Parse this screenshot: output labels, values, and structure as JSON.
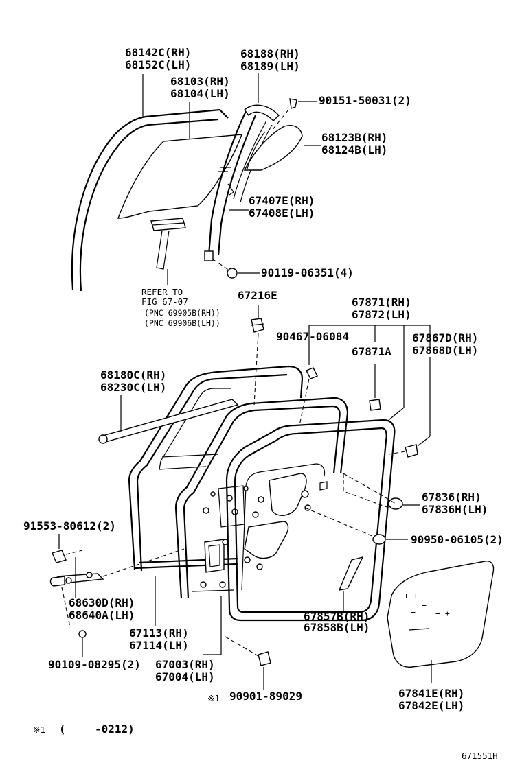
{
  "labels": {
    "l1a": "68142C(RH)",
    "l1b": "68152C(LH)",
    "l2a": "68188(RH)",
    "l2b": "68189(LH)",
    "l3a": "68103(RH)",
    "l3b": "68104(LH)",
    "l4": "90151-50031(2)",
    "l5a": "68123B(RH)",
    "l5b": "68124B(LH)",
    "l6a": "67407E(RH)",
    "l6b": "67408E(LH)",
    "l7": "90119-06351(4)",
    "r1": "REFER TO",
    "r2": "FIG 67-07",
    "r3": "(PNC 69905B(RH))",
    "r4": "(PNC 69906B(LH))",
    "l8": "67216E",
    "l9a": "67871(RH)",
    "l9b": "67872(LH)",
    "l10": "90467-06084",
    "l11": "67871A",
    "l12a": "67867D(RH)",
    "l12b": "67868D(LH)",
    "l13a": "68180C(RH)",
    "l13b": "68230C(LH)",
    "l14a": "67836(RH)",
    "l14b": "67836H(LH)",
    "l15": "91553-80612(2)",
    "l16": "90950-06105(2)",
    "l17a": "68630D(RH)",
    "l17b": "68640A(LH)",
    "l18a": "67857B(RH)",
    "l18b": "67858B(LH)",
    "l19a": "67113(RH)",
    "l19b": "67114(LH)",
    "l20": "90109-08295(2)",
    "l21a": "67003(RH)",
    "l21b": "67004(LH)",
    "l22mark": "※1",
    "l22": "90901-89029",
    "l23a": "67841E(RH)",
    "l23b": "67842E(LH)",
    "note_mark": "※1",
    "note_paren": "(",
    "note_text": "-0212)",
    "figno": "671551H"
  }
}
